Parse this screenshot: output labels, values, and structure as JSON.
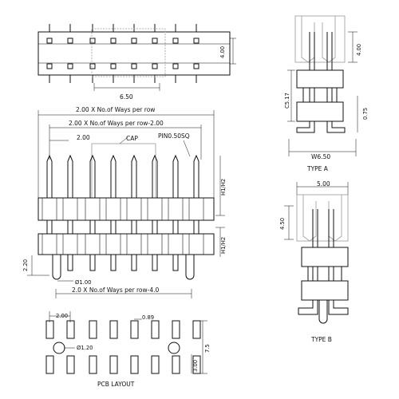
{
  "top_view": {
    "dim_pitch": "6.50",
    "dim_height": "4.00"
  },
  "front_view": {
    "dim_total": "2.00 X No.of Ways per row",
    "dim_minus": "2.00 X No.of Ways per row-2.00",
    "dim_pitch": "2.00",
    "cap_label": "CAP",
    "pin_label": "PIN0.50SQ",
    "dim_h1h2_top": "H1/H2",
    "dim_h1h2_bot": "H1/H2",
    "dim_220": "2.20",
    "dim_hole": "Ø1.00",
    "dim_minus4": "2.0 X No.of Ways per row-4.0"
  },
  "type_a": {
    "label": "TYPE A",
    "dim_400": "4.00",
    "dim_517": "C5.17",
    "dim_075": "0.75",
    "dim_650": "W6.50"
  },
  "type_b": {
    "label": "TYPE B",
    "dim_500": "5.00",
    "dim_450": "4.50"
  },
  "pcb": {
    "label": "PCB LAYOUT",
    "dim_200": "2.00",
    "dim_089": "0.89",
    "dim_hole": "Ø1.20",
    "dim_75": "7.5",
    "dim_300": "3.00"
  }
}
